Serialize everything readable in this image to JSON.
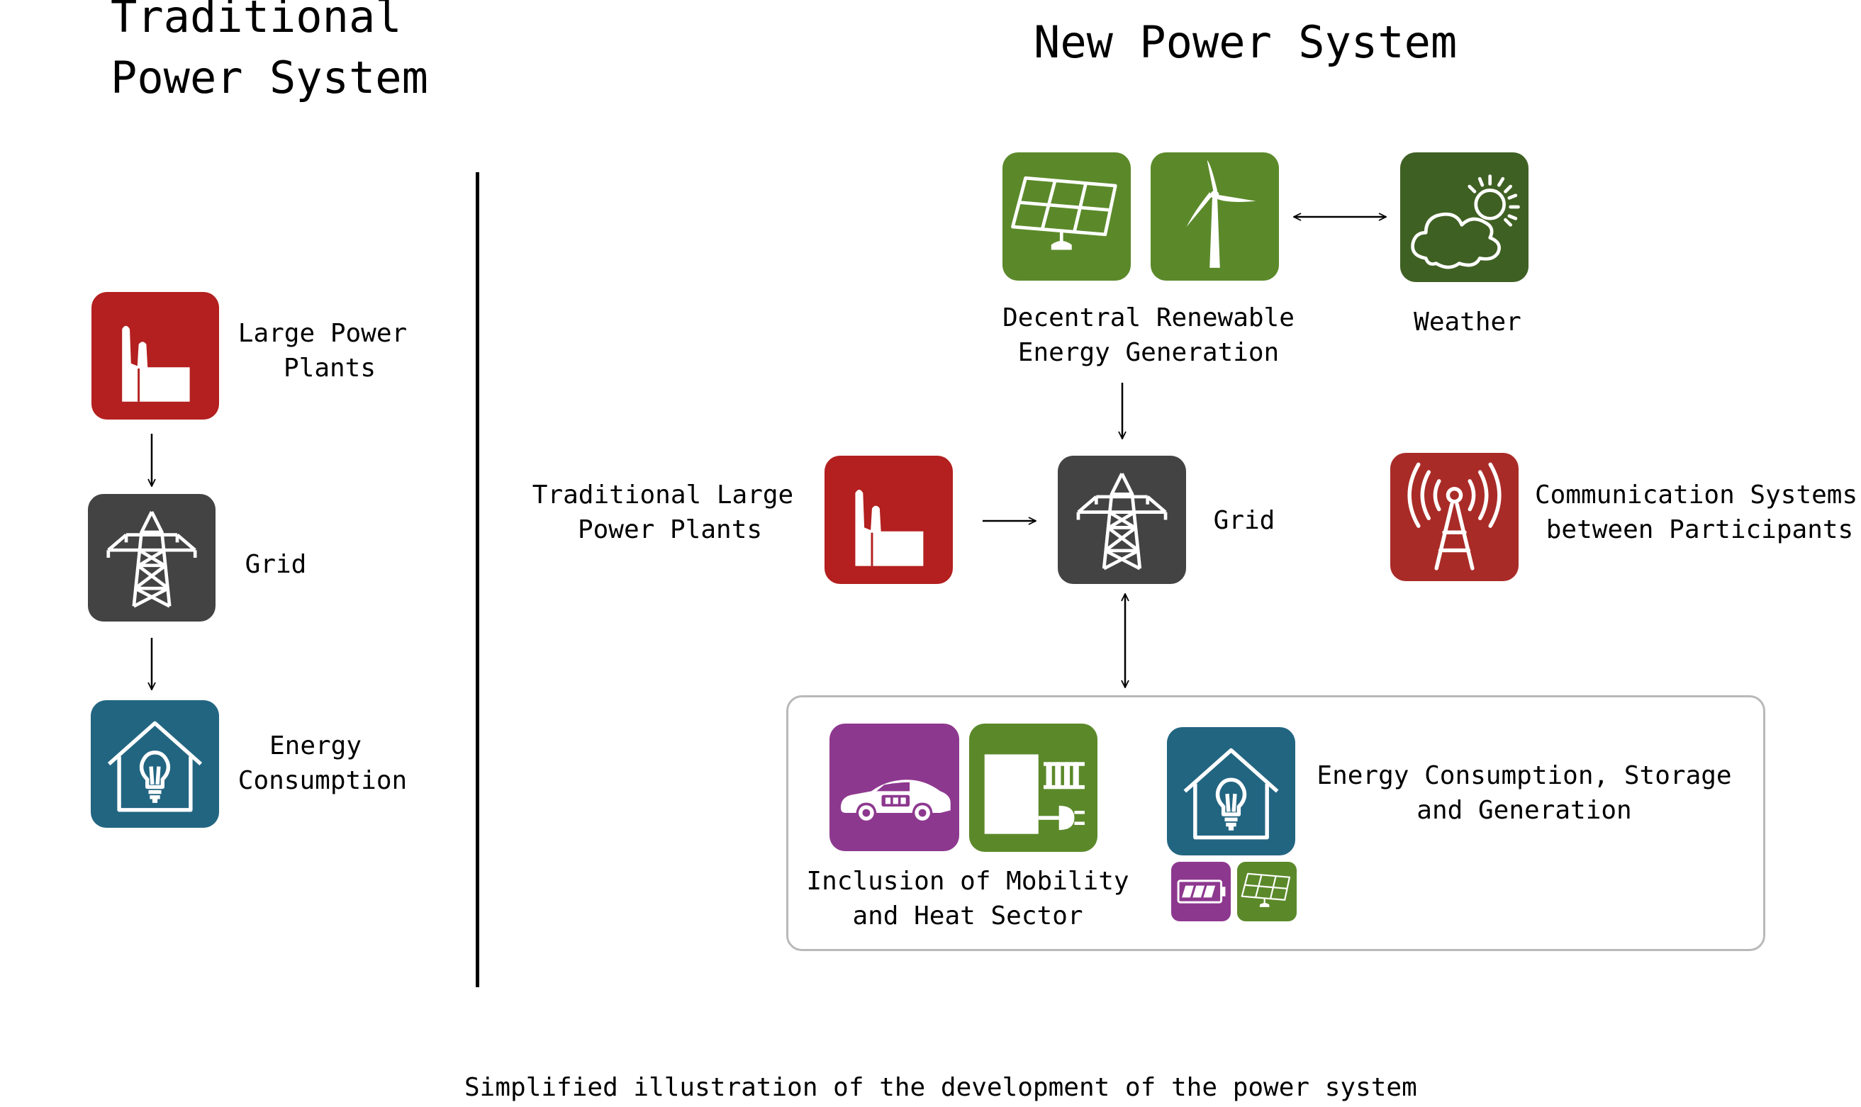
{
  "titles": {
    "traditional": [
      "Traditional",
      "Power System"
    ],
    "new": "New Power System"
  },
  "traditional": {
    "power_plants": [
      "Large Power",
      "Plants"
    ],
    "grid": "Grid",
    "consumption": [
      "Energy",
      "Consumption"
    ]
  },
  "new_system": {
    "renewables": [
      "Decentral Renewable",
      "Energy Generation"
    ],
    "weather": "Weather",
    "traditional_plants": [
      "Traditional Large",
      "Power Plants"
    ],
    "grid": "Grid",
    "communication": [
      "Communication Systems",
      "between Participants"
    ],
    "mobility_heat": [
      "Inclusion of Mobility",
      "and Heat Sector"
    ],
    "consumption_storage": [
      "Energy Consumption, Storage",
      "and Generation"
    ]
  },
  "caption": "Simplified illustration of the development of the power system",
  "icons": {
    "factory": "factory-icon",
    "pylon": "power-pylon-icon",
    "house": "house-lightbulb-icon",
    "solar": "solar-panel-icon",
    "wind": "wind-turbine-icon",
    "weather": "cloud-sun-icon",
    "antenna": "antenna-tower-icon",
    "car": "electric-car-icon",
    "heat": "heat-pump-radiator-icon",
    "battery": "battery-icon"
  },
  "colors": {
    "red": "#b3201f",
    "dark_gray": "#434343",
    "blue": "#226581",
    "green": "#5b892a",
    "dark_green": "#3f6023",
    "purple": "#8d388f",
    "antenna_red": "#a92b27",
    "box_border": "#b9b9b9"
  }
}
